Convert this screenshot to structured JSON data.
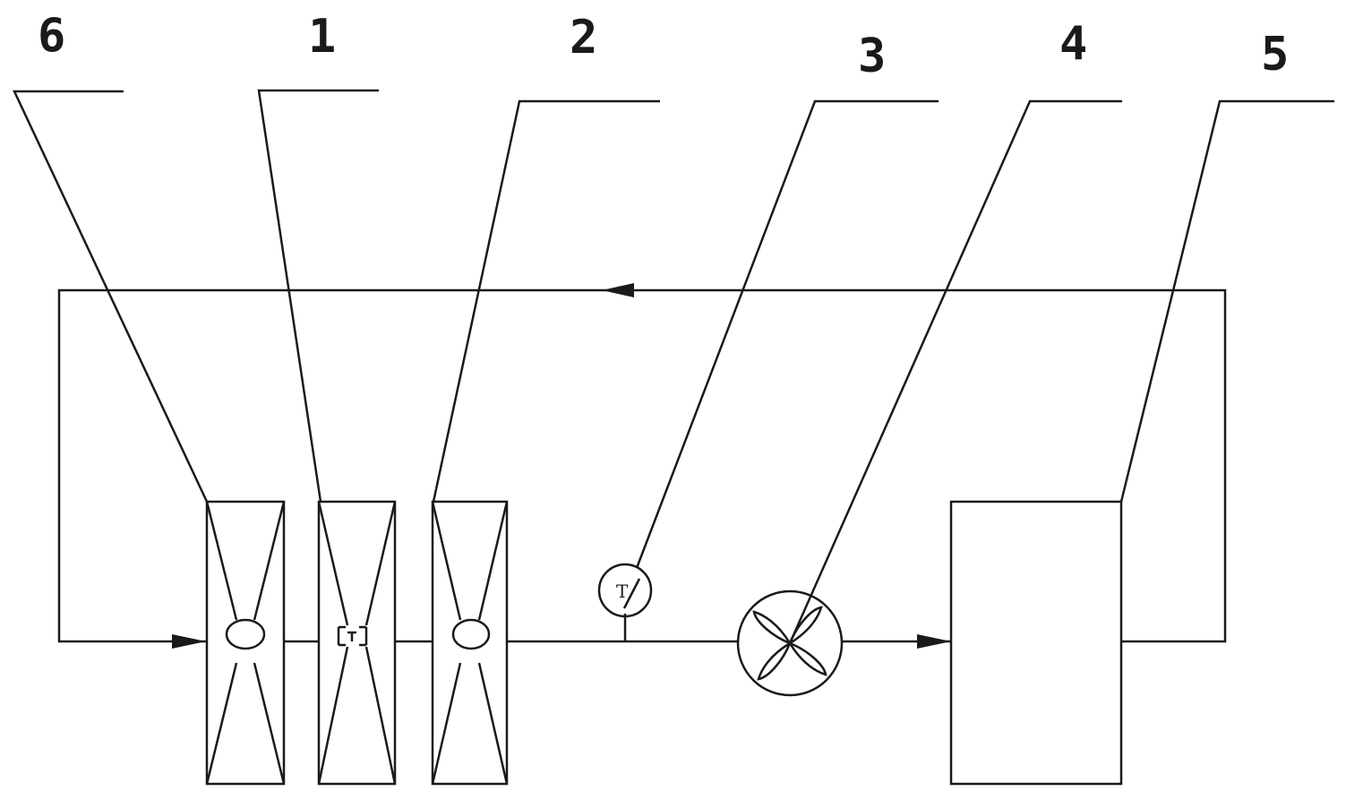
{
  "diagram": {
    "labels": [
      "6",
      "1",
      "2",
      "3",
      "4",
      "5"
    ],
    "gauge_letter": "T",
    "line_color": "#1a1a1a",
    "background": "#ffffff"
  }
}
